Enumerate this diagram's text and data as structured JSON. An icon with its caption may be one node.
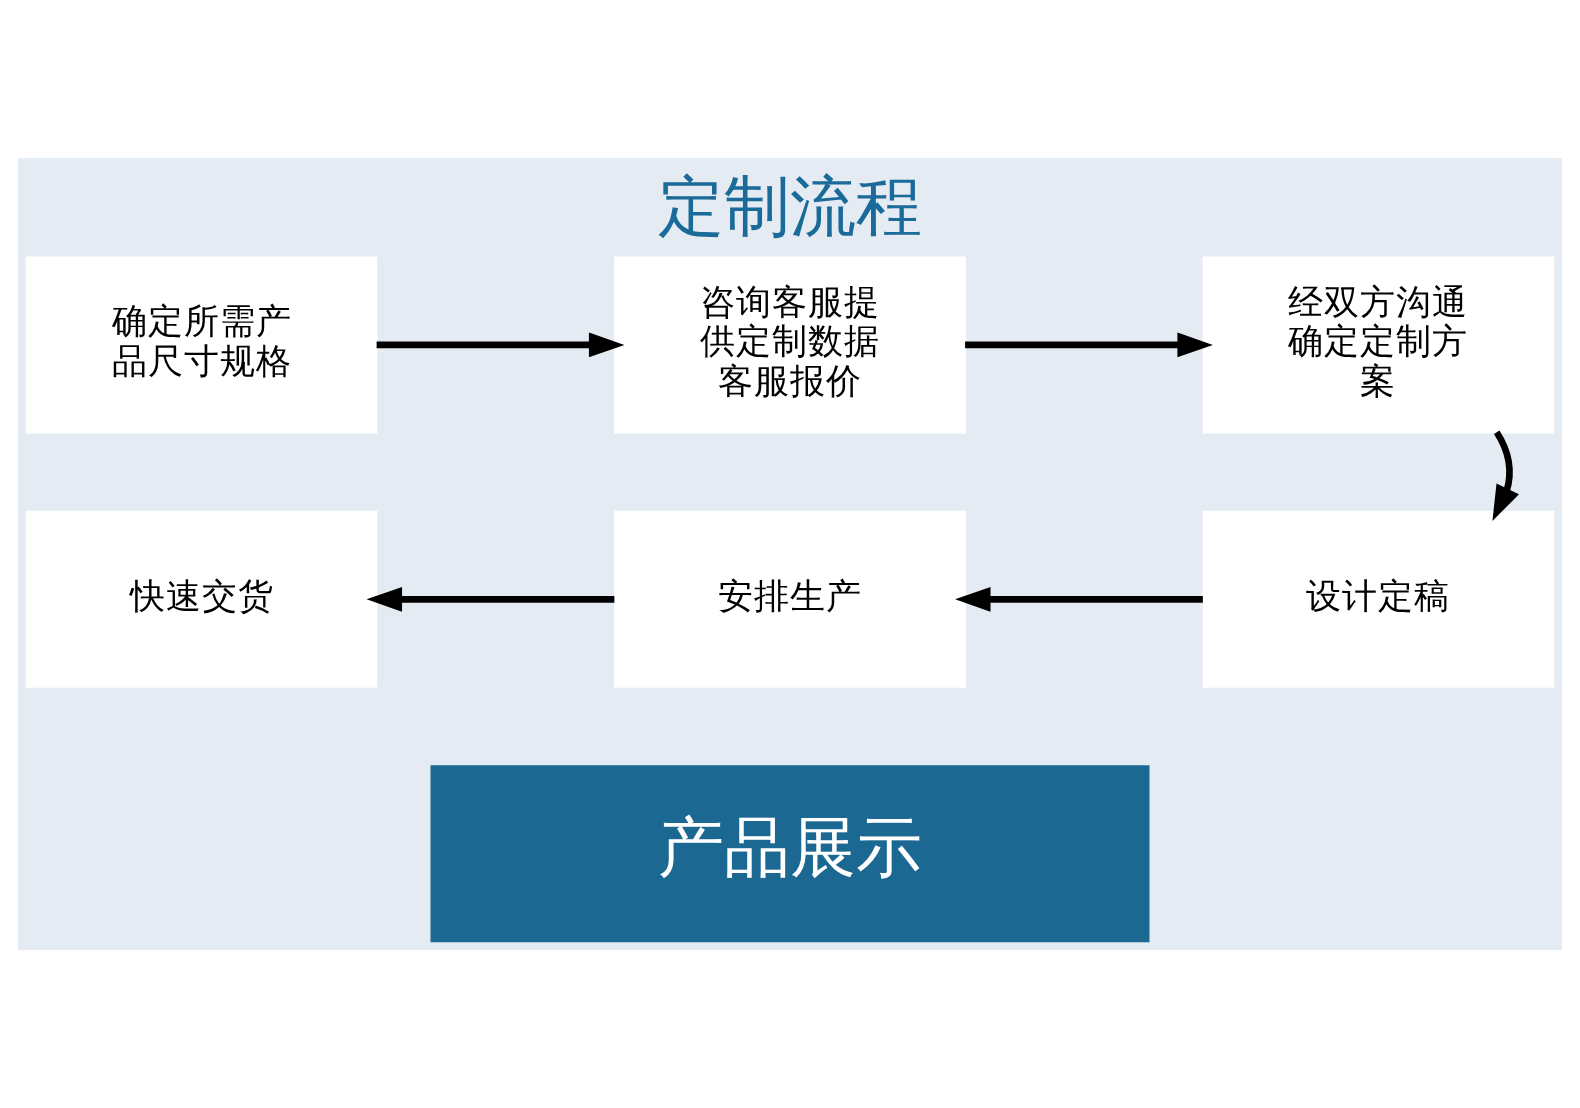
{
  "diagram": {
    "title": "定制流程",
    "nodes": [
      {
        "text": [
          "确定所需产品尺寸规格"
        ]
      },
      {
        "text": [
          "咨询客服提供定制数据客服报价"
        ]
      },
      {
        "text": [
          "经双方沟通确定定制方案"
        ]
      },
      {
        "text": [
          "设计定稿"
        ]
      },
      {
        "text": [
          "安排生产"
        ]
      },
      {
        "text": [
          "快速交货"
        ]
      },
      {
        "text": [
          "产品展示"
        ]
      }
    ],
    "edges": [
      {
        "from": 0,
        "to": 1,
        "arrow": "to"
      },
      {
        "from": 1,
        "to": 2,
        "arrow": "to"
      },
      {
        "from": 2,
        "to": 3,
        "arrow": "to"
      },
      {
        "from": 3,
        "to": 4,
        "arrow": "to"
      },
      {
        "from": 4,
        "to": 5,
        "arrow": "to"
      }
    ]
  }
}
